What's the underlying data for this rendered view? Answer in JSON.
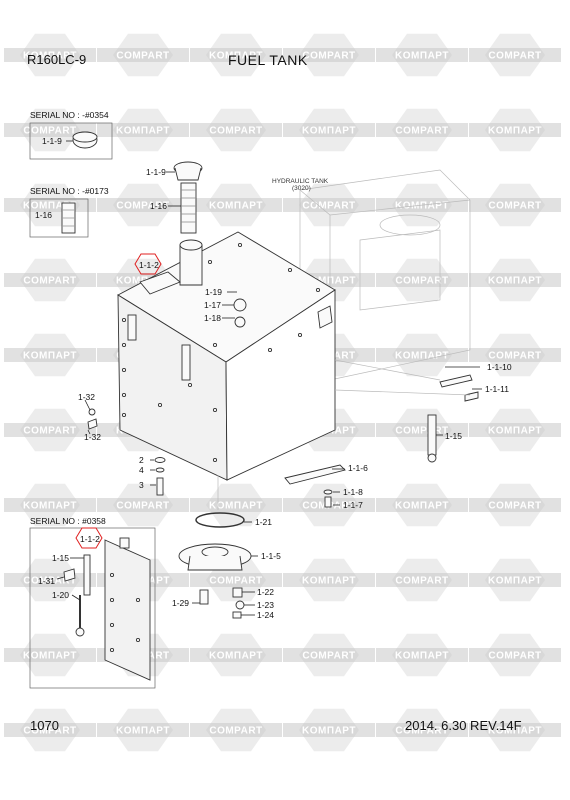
{
  "header": {
    "model": "R160LC-9",
    "title": "FUEL TANK"
  },
  "footer": {
    "page_number": "1070",
    "revision": "2014. 6.30  REV.14F"
  },
  "watermark": {
    "text_a": "KOMПАРТ",
    "text_b": "COMPART",
    "color": "#c8c8c8"
  },
  "insets": [
    {
      "serial": "SERIAL NO : -#0354",
      "part_label": "1-1-9"
    },
    {
      "serial": "SERIAL NO : -#0173",
      "part_label": "1-16"
    },
    {
      "serial": "SERIAL NO : #0358",
      "part_labels": [
        "1-1-2",
        "1-15",
        "1-31",
        "1-20"
      ]
    }
  ],
  "reference": {
    "line1": "HYDRAULIC TANK",
    "line2": "(3020)"
  },
  "labels": {
    "p119": "1-1-9",
    "p116": "1-16",
    "p112": "1-1-2",
    "p119b": "1-19",
    "p117": "1-17",
    "p118": "1-18",
    "p1110": "1-1-10",
    "p1111": "1-1-11",
    "p132a": "1-32",
    "p132b": "1-32",
    "p115": "1-15",
    "p2": "2",
    "p4": "4",
    "p3": "3",
    "p116b": "1-1-6",
    "p118b": "1-1-8",
    "p117b": "1-1-7",
    "p121": "1-21",
    "p115b": "1-1-5",
    "p122": "1-22",
    "p129": "1-29",
    "p123": "1-23",
    "p124": "1-24"
  },
  "highlight_color": "#e02020"
}
